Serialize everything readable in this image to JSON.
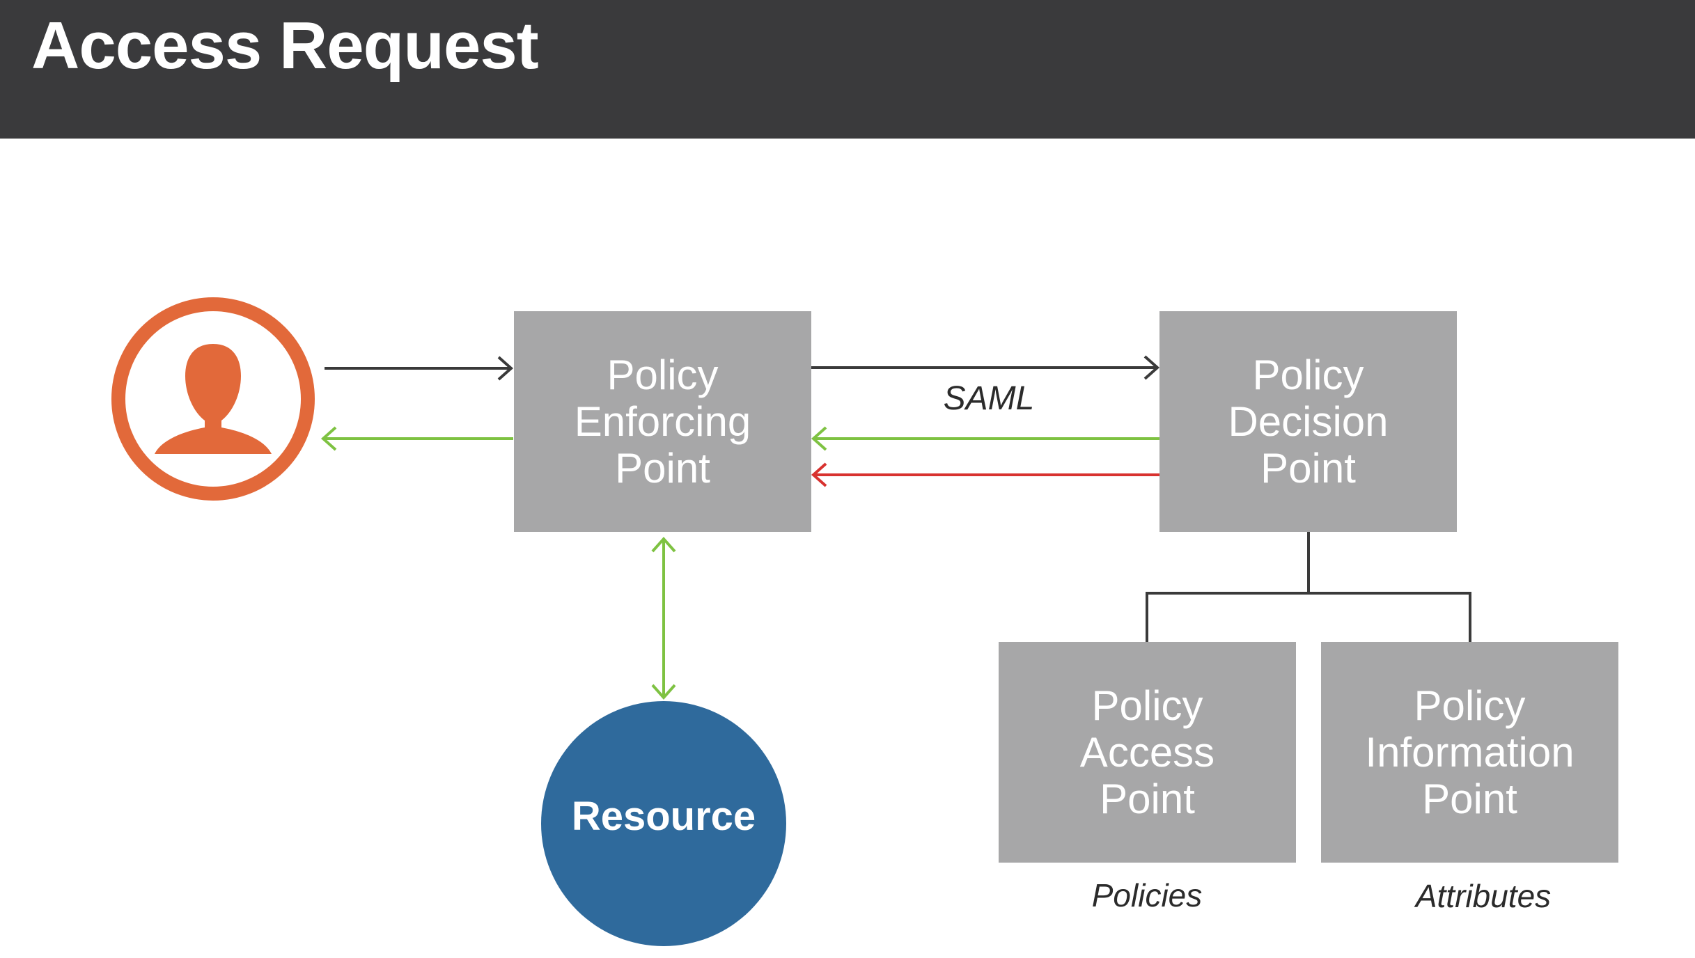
{
  "title": "Access Request",
  "nodes": {
    "pep": {
      "lines": [
        "Policy",
        "Enforcing",
        "Point"
      ]
    },
    "pdp": {
      "lines": [
        "Policy",
        "Decision",
        "Point"
      ]
    },
    "pap": {
      "lines": [
        "Policy",
        "Access",
        "Point"
      ],
      "caption": "Policies"
    },
    "pip": {
      "lines": [
        "Policy",
        "Information",
        "Point"
      ],
      "caption": "Attributes"
    },
    "resource": {
      "label": "Resource"
    }
  },
  "edge_labels": {
    "pep_pdp": "SAML"
  },
  "icons": {
    "user": "user-icon"
  },
  "colors": {
    "header": "#3a3a3c",
    "box": "#a7a7a8",
    "user": "#e2693a",
    "resource": "#2f6a9c",
    "request_arrow": "#3a3a3a",
    "permit_arrow": "#7ec242",
    "deny_arrow": "#d8322f"
  }
}
